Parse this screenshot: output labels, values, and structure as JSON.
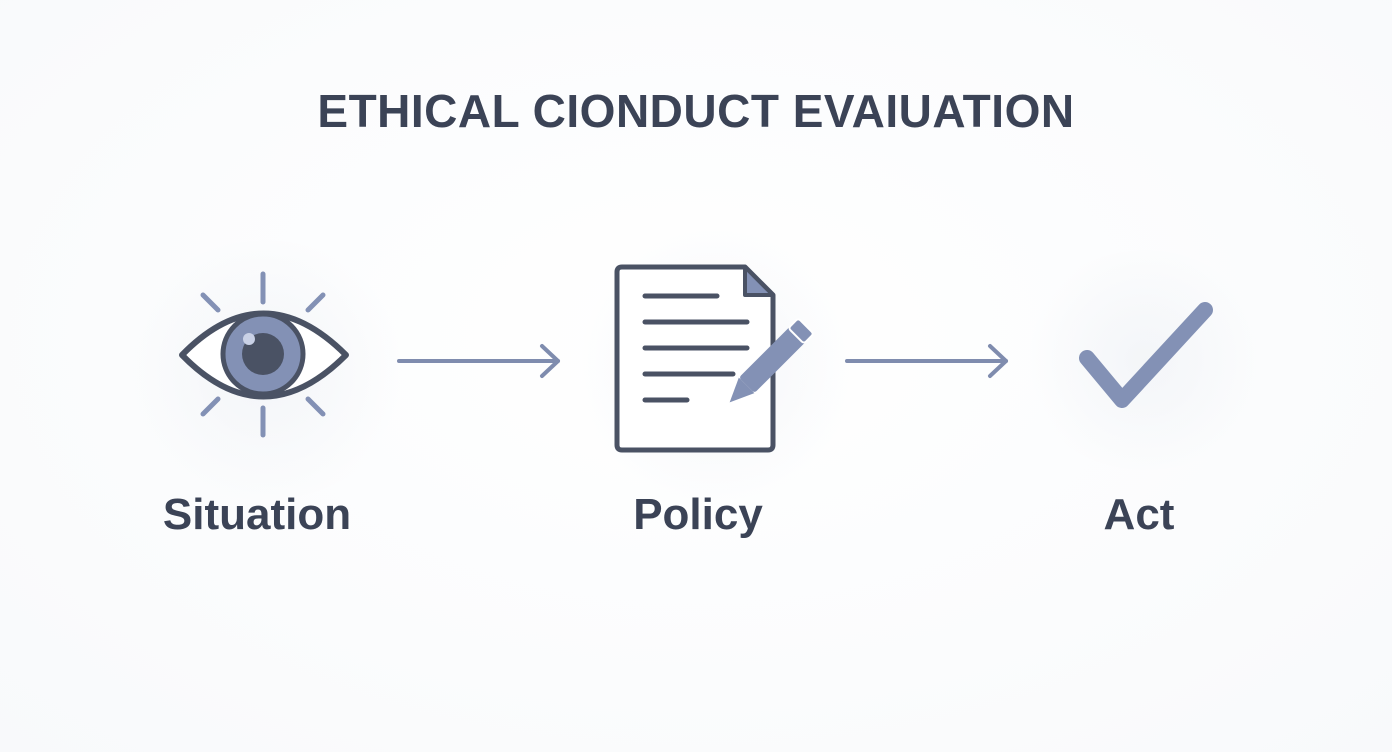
{
  "title": "ETHICAL CIONDUCT EVAIUATION",
  "steps": [
    {
      "label": "Situation",
      "icon": "eye-icon"
    },
    {
      "label": "Policy",
      "icon": "document-pencil-icon"
    },
    {
      "label": "Act",
      "icon": "checkmark-icon"
    }
  ],
  "colors": {
    "text": "#3b4356",
    "icon_dark": "#4a5264",
    "icon_accent": "#8391b5",
    "arrow": "#7f8cae"
  }
}
